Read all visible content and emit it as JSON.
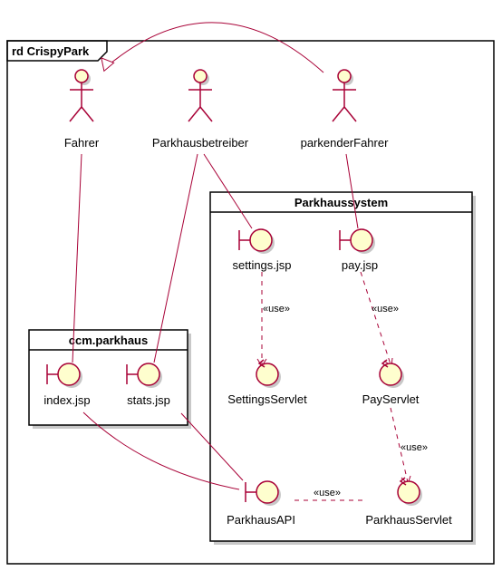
{
  "frame": {
    "title": "rd CrispyPark"
  },
  "packages": {
    "ccm": {
      "title": "ccm.parkhaus"
    },
    "system": {
      "title": "Parkhaussystem"
    }
  },
  "actors": {
    "fahrer": {
      "label": "Fahrer"
    },
    "betreiber": {
      "label": "Parkhausbetreiber"
    },
    "parkender": {
      "label": "parkenderFahrer"
    }
  },
  "boundaries": {
    "index": {
      "label": "index.jsp"
    },
    "stats": {
      "label": "stats.jsp"
    },
    "settings": {
      "label": "settings.jsp"
    },
    "pay": {
      "label": "pay.jsp"
    },
    "api": {
      "label": "ParkhausAPI"
    }
  },
  "controls": {
    "settings_servlet": {
      "label": "SettingsServlet"
    },
    "pay_servlet": {
      "label": "PayServlet"
    },
    "parkhaus_servlet": {
      "label": "ParkhausServlet"
    }
  },
  "relations": {
    "use_settings": {
      "label": "«use»"
    },
    "use_pay": {
      "label": "«use»"
    },
    "use_payservlet": {
      "label": "«use»"
    },
    "use_api": {
      "label": "«use»"
    }
  },
  "colors": {
    "element_fill": "#FEFECE",
    "element_stroke": "#A80036",
    "shadow": "#c8c8c8"
  }
}
